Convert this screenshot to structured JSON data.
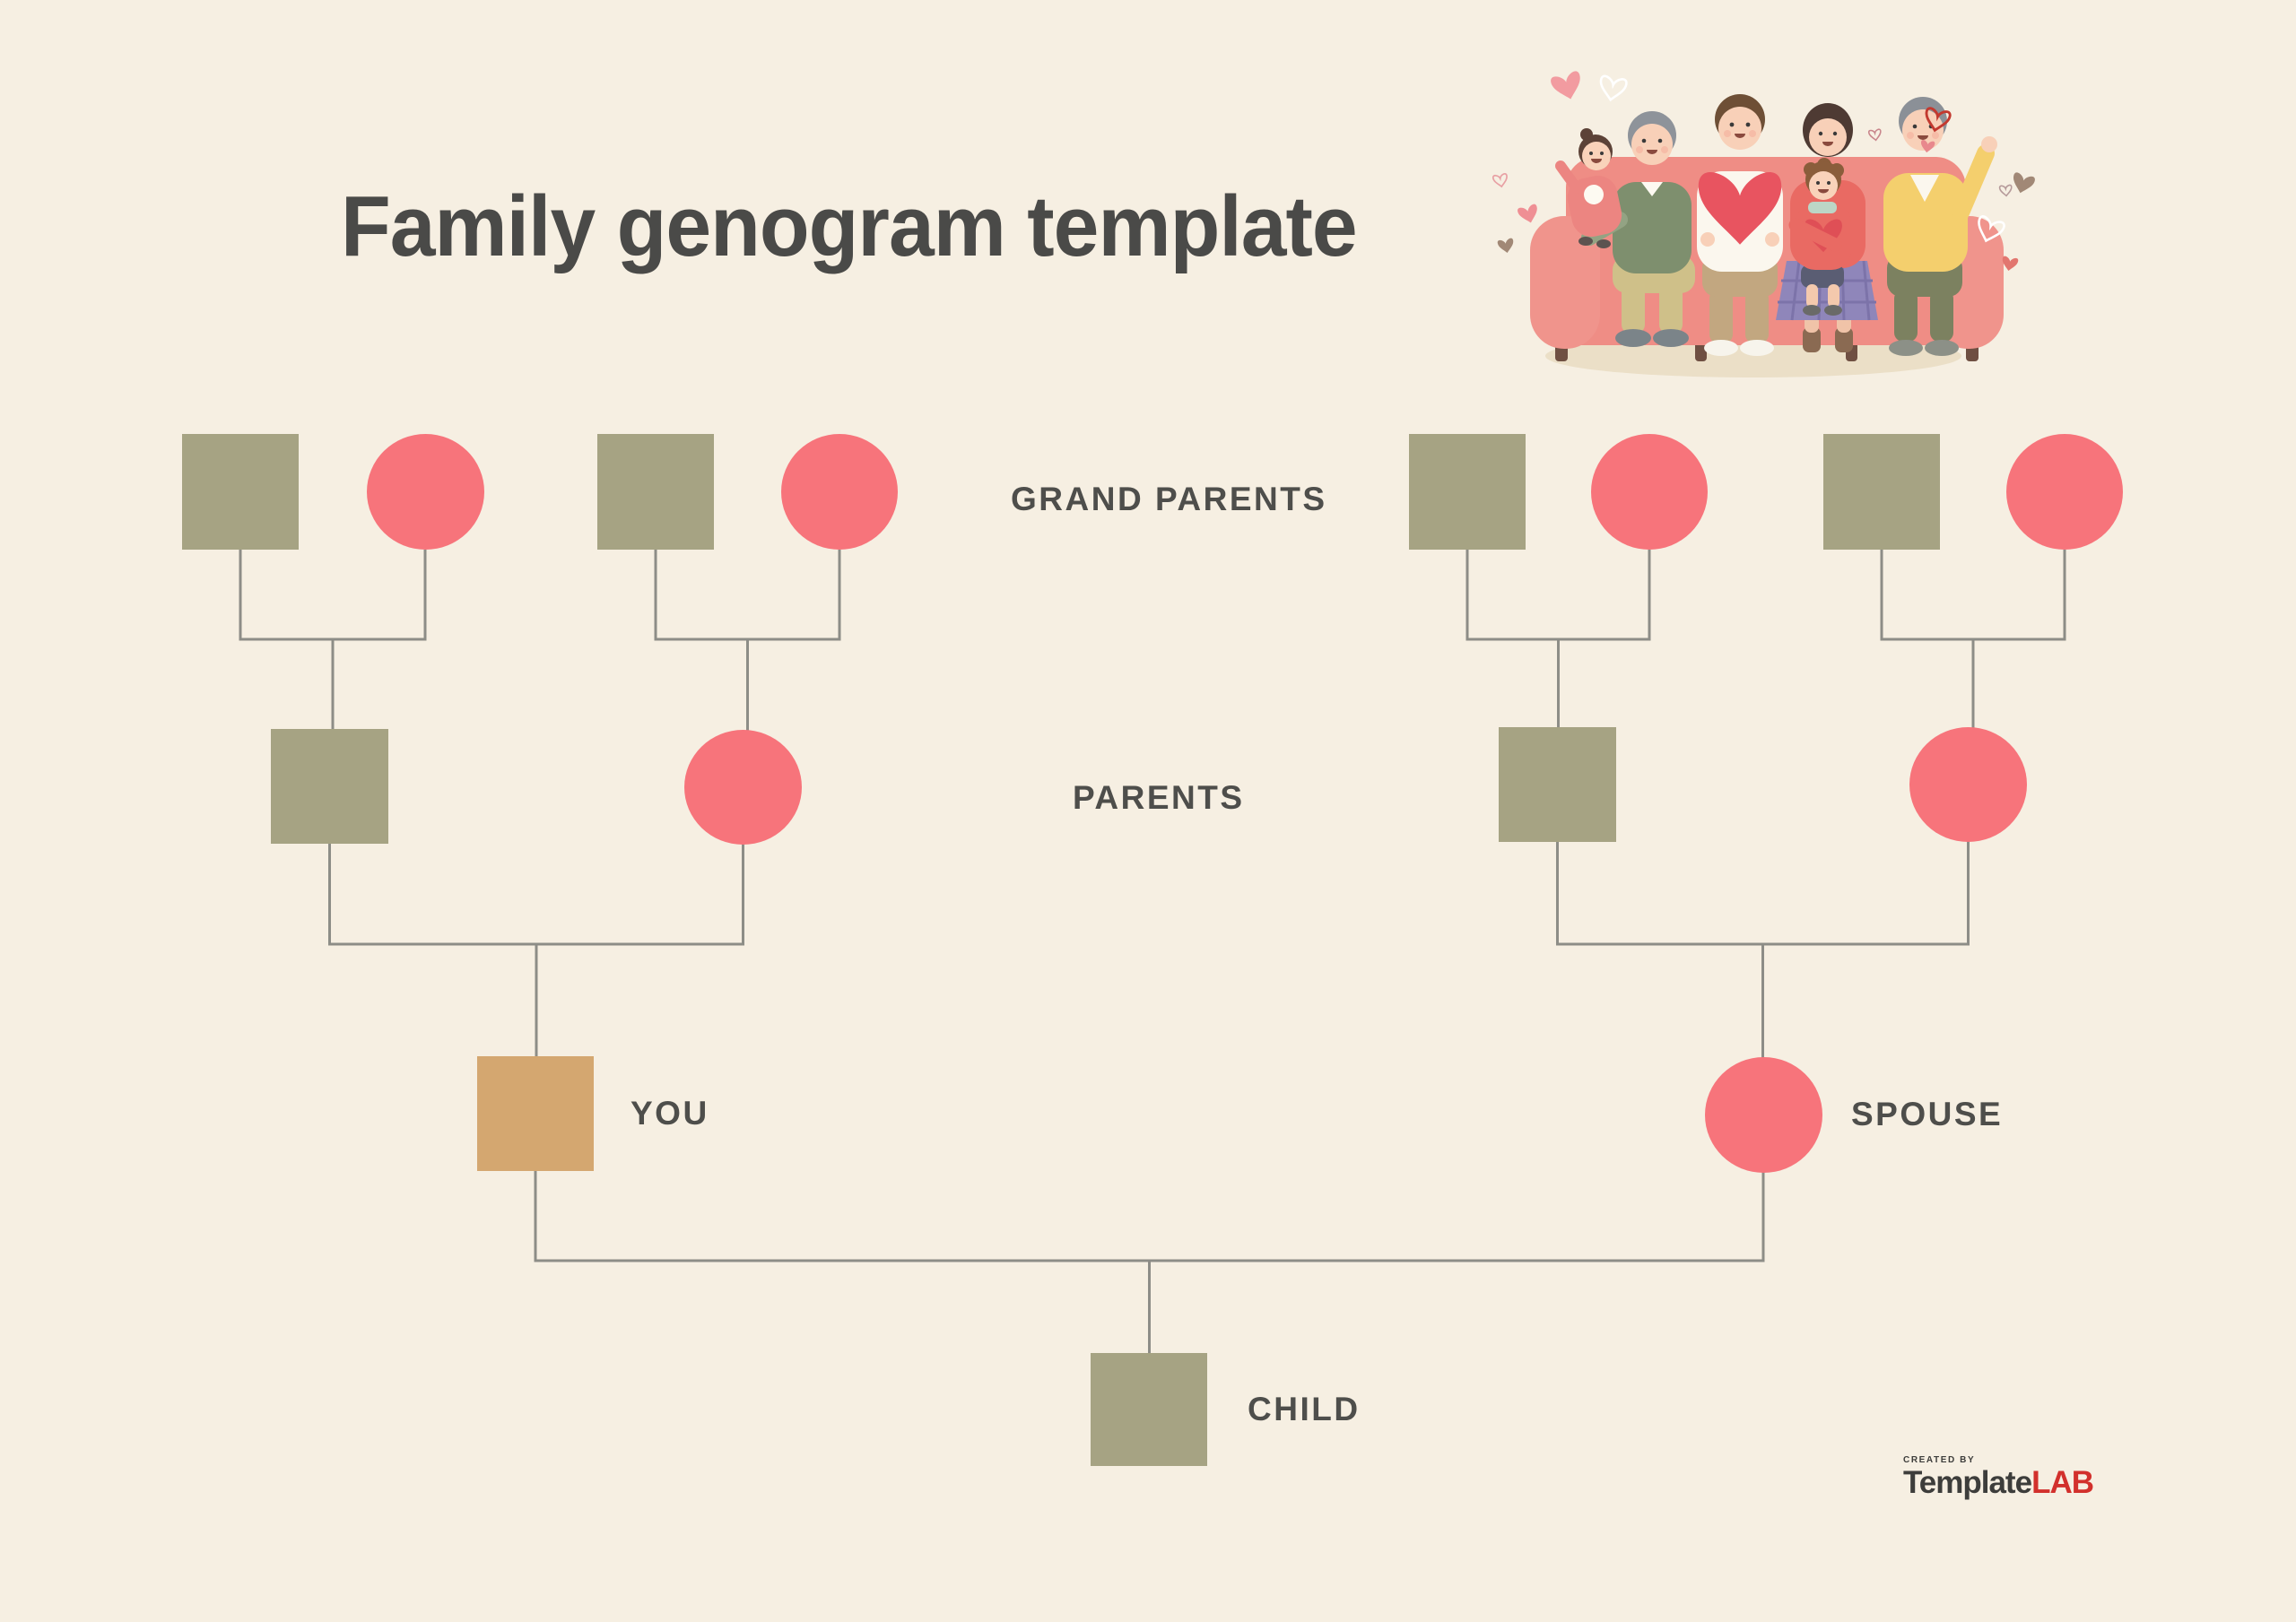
{
  "page": {
    "title": "Family genogram template"
  },
  "labels": {
    "grandparents": "GRAND PARENTS",
    "parents": "PARENTS",
    "you": "YOU",
    "spouse": "SPOUSE",
    "child": "CHILD"
  },
  "colors": {
    "background": "#f6efe2",
    "male": "#a6a383",
    "female": "#f7747b",
    "you": "#d4a770",
    "line": "#8d8d87",
    "label_text": "#4e4e4b",
    "title_text": "#4a4a48",
    "brand_dark": "#3d3d3b",
    "brand_red": "#d2302c"
  },
  "legend": {
    "square_means": "male",
    "circle_means": "female"
  },
  "nodes": [
    {
      "id": "paternal-grandfather",
      "generation": "grandparents",
      "shape": "square",
      "sex": "male"
    },
    {
      "id": "paternal-grandmother",
      "generation": "grandparents",
      "shape": "circle",
      "sex": "female"
    },
    {
      "id": "maternal-grandfather",
      "generation": "grandparents",
      "shape": "square",
      "sex": "male"
    },
    {
      "id": "maternal-grandmother",
      "generation": "grandparents",
      "shape": "circle",
      "sex": "female"
    },
    {
      "id": "spouse-paternal-grandfather",
      "generation": "grandparents",
      "shape": "square",
      "sex": "male"
    },
    {
      "id": "spouse-paternal-grandmother",
      "generation": "grandparents",
      "shape": "circle",
      "sex": "female"
    },
    {
      "id": "spouse-maternal-grandfather",
      "generation": "grandparents",
      "shape": "square",
      "sex": "male"
    },
    {
      "id": "spouse-maternal-grandmother",
      "generation": "grandparents",
      "shape": "circle",
      "sex": "female"
    },
    {
      "id": "father",
      "generation": "parents",
      "shape": "square",
      "sex": "male"
    },
    {
      "id": "mother",
      "generation": "parents",
      "shape": "circle",
      "sex": "female"
    },
    {
      "id": "spouse-father",
      "generation": "parents",
      "shape": "square",
      "sex": "male"
    },
    {
      "id": "spouse-mother",
      "generation": "parents",
      "shape": "circle",
      "sex": "female"
    },
    {
      "id": "you",
      "generation": "self",
      "shape": "square",
      "sex": "male",
      "label": "YOU"
    },
    {
      "id": "spouse",
      "generation": "self",
      "shape": "circle",
      "sex": "female",
      "label": "SPOUSE"
    },
    {
      "id": "child",
      "generation": "children",
      "shape": "square",
      "sex": "male",
      "label": "CHILD"
    }
  ],
  "unions": [
    {
      "partners": [
        "paternal-grandfather",
        "paternal-grandmother"
      ],
      "child": "father"
    },
    {
      "partners": [
        "maternal-grandfather",
        "maternal-grandmother"
      ],
      "child": "mother"
    },
    {
      "partners": [
        "spouse-paternal-grandfather",
        "spouse-paternal-grandmother"
      ],
      "child": "spouse-father"
    },
    {
      "partners": [
        "spouse-maternal-grandfather",
        "spouse-maternal-grandmother"
      ],
      "child": "spouse-mother"
    },
    {
      "partners": [
        "father",
        "mother"
      ],
      "child": "you"
    },
    {
      "partners": [
        "spouse-father",
        "spouse-mother"
      ],
      "child": "spouse"
    },
    {
      "partners": [
        "you",
        "spouse"
      ],
      "child": "child"
    }
  ],
  "branding": {
    "created_by": "CREATED BY",
    "name": "Template",
    "suffix": "LAB"
  }
}
